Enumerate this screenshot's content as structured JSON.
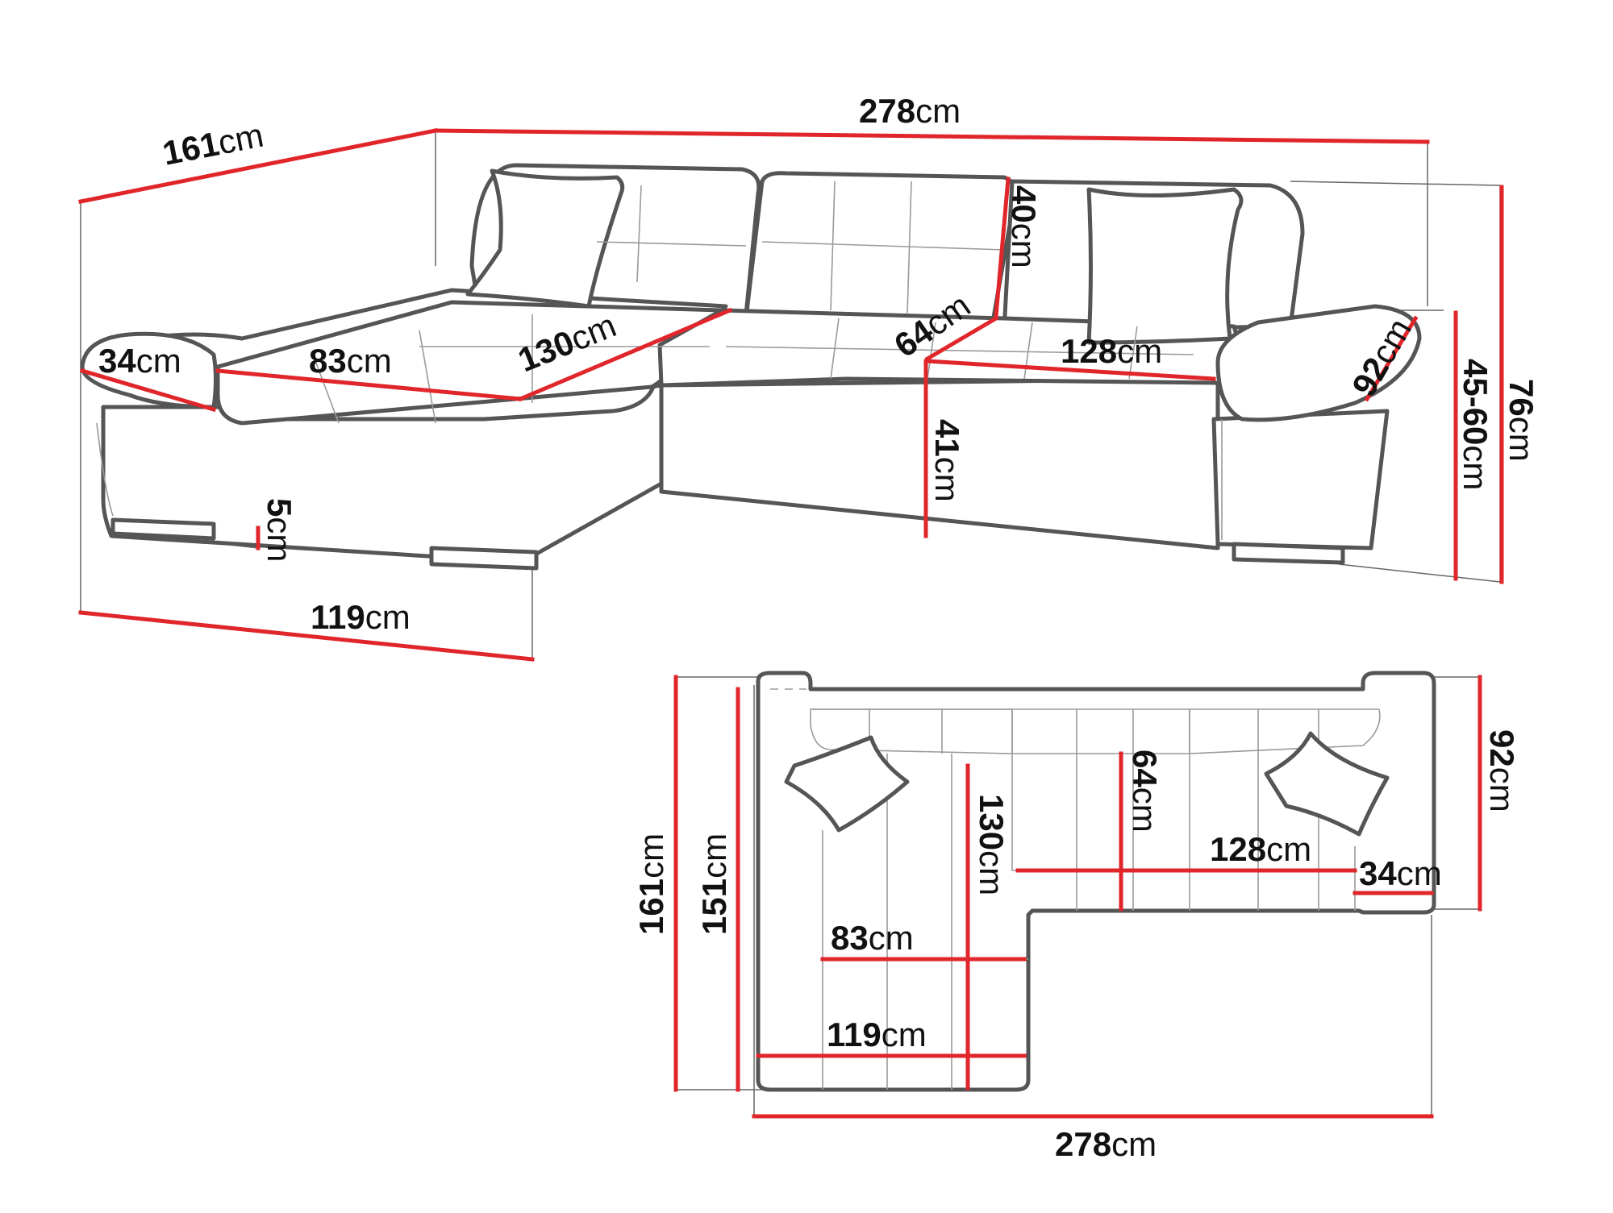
{
  "colors": {
    "dimension_line": "#e0262b",
    "outline": "#555555",
    "text": "#111111",
    "background": "#ffffff"
  },
  "perspective_view": {
    "depth_total": {
      "value": "161",
      "unit": "cm"
    },
    "width_total": {
      "value": "278",
      "unit": "cm"
    },
    "armrest_left_width": {
      "value": "34",
      "unit": "cm"
    },
    "chaise_seat_width": {
      "value": "83",
      "unit": "cm"
    },
    "chaise_seat_length": {
      "value": "130",
      "unit": "cm"
    },
    "backrest_height": {
      "value": "40",
      "unit": "cm"
    },
    "seat_depth": {
      "value": "64",
      "unit": "cm"
    },
    "seat_width_right": {
      "value": "128",
      "unit": "cm"
    },
    "armrest_right_depth": {
      "value": "92",
      "unit": "cm"
    },
    "seat_height": {
      "value": "41",
      "unit": "cm"
    },
    "leg_height": {
      "value": "5",
      "unit": "cm"
    },
    "chaise_width": {
      "value": "119",
      "unit": "cm"
    },
    "sitting_height": {
      "value": "45-60",
      "unit": "cm"
    },
    "total_height": {
      "value": "76",
      "unit": "cm"
    }
  },
  "top_view": {
    "depth_total": {
      "value": "161",
      "unit": "cm"
    },
    "depth_inner": {
      "value": "151",
      "unit": "cm"
    },
    "chaise_seat_length": {
      "value": "130",
      "unit": "cm"
    },
    "seat_depth": {
      "value": "64",
      "unit": "cm"
    },
    "seat_width_right": {
      "value": "128",
      "unit": "cm"
    },
    "armrest_width": {
      "value": "34",
      "unit": "cm"
    },
    "back_depth": {
      "value": "92",
      "unit": "cm"
    },
    "chaise_seat_width": {
      "value": "83",
      "unit": "cm"
    },
    "chaise_width": {
      "value": "119",
      "unit": "cm"
    },
    "width_total": {
      "value": "278",
      "unit": "cm"
    }
  }
}
